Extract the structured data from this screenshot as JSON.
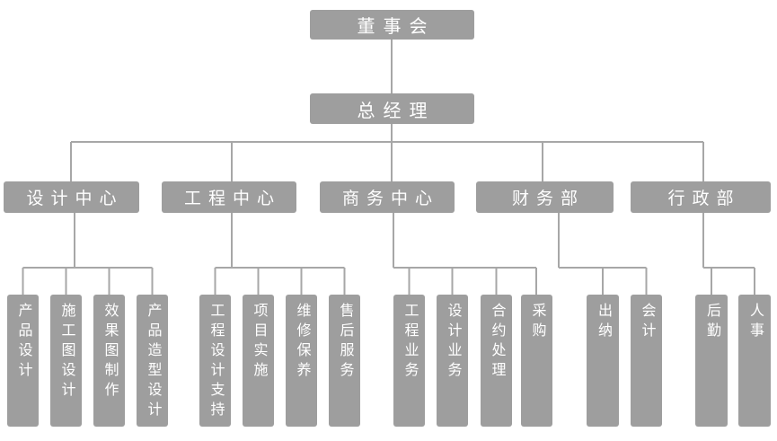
{
  "palette": {
    "box_fill": "#9e9e9e",
    "box_text": "#ffffff",
    "connector": "#a7a7a7",
    "background": "#ffffff"
  },
  "org": {
    "level1": {
      "label": "董事会"
    },
    "level2": {
      "label": "总经理"
    },
    "departments": [
      {
        "label": "设计中心",
        "children": [
          {
            "label": "产品设计"
          },
          {
            "label": "施工图设计"
          },
          {
            "label": "效果图制作"
          },
          {
            "label": "产品造型设计"
          }
        ]
      },
      {
        "label": "工程中心",
        "children": [
          {
            "label": "工程设计支持"
          },
          {
            "label": "项目实施"
          },
          {
            "label": "维修保养"
          },
          {
            "label": "售后服务"
          }
        ]
      },
      {
        "label": "商务中心",
        "children": [
          {
            "label": "工程业务"
          },
          {
            "label": "设计业务"
          },
          {
            "label": "合约处理"
          },
          {
            "label": "采购"
          }
        ]
      },
      {
        "label": "财务部",
        "children": [
          {
            "label": "出纳"
          },
          {
            "label": "会计"
          }
        ]
      },
      {
        "label": "行政部",
        "children": [
          {
            "label": "后勤"
          },
          {
            "label": "人事"
          }
        ]
      }
    ]
  }
}
